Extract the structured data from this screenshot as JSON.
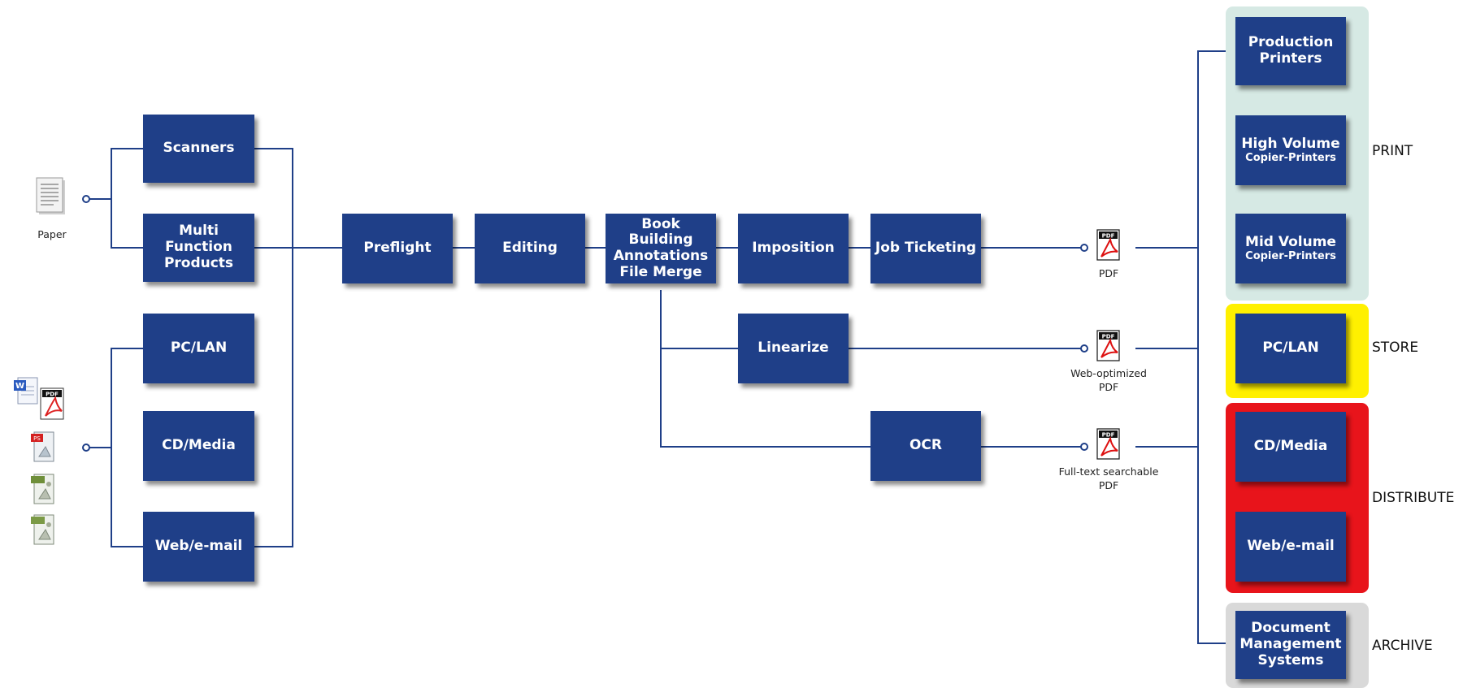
{
  "inputs": {
    "paper_label": "Paper",
    "scanners": "Scanners",
    "mfp": [
      "Multi",
      "Function",
      "Products"
    ],
    "pc_lan": "PC/LAN",
    "cd_media": "CD/Media",
    "web_email": "Web/e-mail"
  },
  "process": {
    "preflight": "Preflight",
    "editing": "Editing",
    "book": [
      "Book Building",
      "Annotations",
      "File Merge"
    ],
    "imposition": "Imposition",
    "job_ticketing": "Job Ticketing",
    "linearize": "Linearize",
    "ocr": "OCR"
  },
  "outputs": {
    "pdf_caption": "PDF",
    "web_pdf_caption": [
      "Web-optimized",
      "PDF"
    ],
    "ocr_pdf_caption": [
      "Full-text searchable",
      "PDF"
    ],
    "pdf_icon_text": "PDF"
  },
  "destinations": {
    "production": [
      "Production",
      "Printers"
    ],
    "high_volume": [
      "High Volume",
      "Copier-Printers"
    ],
    "mid_volume": [
      "Mid Volume",
      "Copier-Printers"
    ],
    "store_pc_lan": "PC/LAN",
    "cd_media": "CD/Media",
    "web_email": "Web/e-mail",
    "dms": [
      "Document",
      "Management",
      "Systems"
    ]
  },
  "categories": {
    "print": "PRINT",
    "store": "STORE",
    "distribute": "DISTRIBUTE",
    "archive": "ARCHIVE"
  },
  "colors": {
    "box": "#1f3f88",
    "line": "#1f3f88",
    "print_zone": "#d6e9e4",
    "store_zone": "#fff000",
    "distribute_zone": "#e8141b",
    "archive_zone": "#d9d9d9"
  }
}
